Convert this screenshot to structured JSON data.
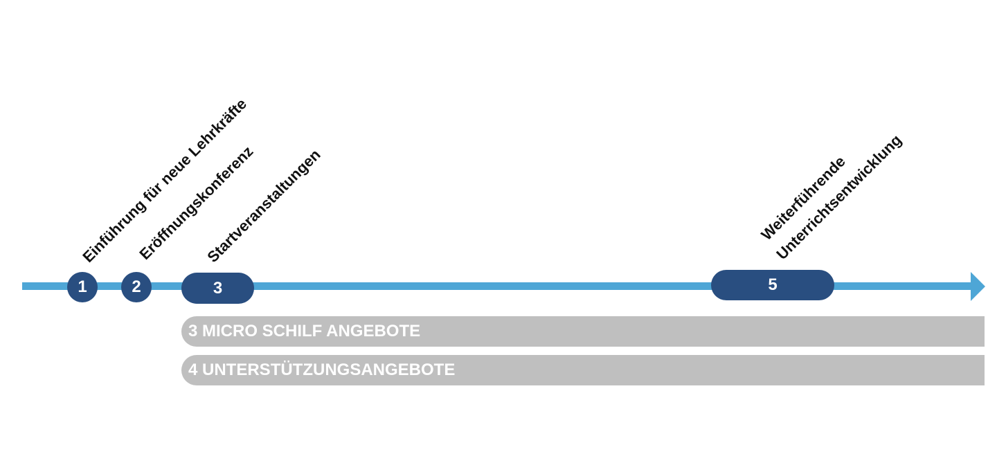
{
  "timeline": {
    "milestones": [
      {
        "number": "1",
        "label": "Einführung für neue Lehrkräfte"
      },
      {
        "number": "2",
        "label": "Eröffnungskonferenz"
      },
      {
        "number": "3",
        "label": "Startveranstaltungen"
      },
      {
        "number": "5",
        "label_line1": "Weiterführende",
        "label_line2": "Unterrichtsentwicklung"
      }
    ],
    "bars": [
      {
        "label": "3 MICRO SCHILF ANGEBOTE"
      },
      {
        "label": "4 UNTERSTÜTZUNGSANGEBOTE"
      }
    ],
    "colors": {
      "line": "#4ea6d6",
      "node": "#294e80",
      "bar": "#bfbfbf"
    }
  }
}
